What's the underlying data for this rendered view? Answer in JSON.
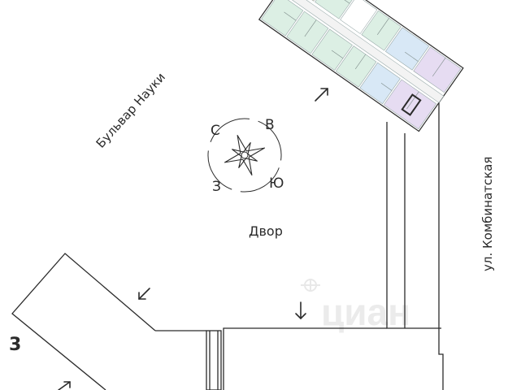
{
  "map": {
    "street_boulevard": "Бульвар Науки",
    "street_kombinatskaya": "ул. Комбинатская",
    "courtyard_label": "Двор",
    "section_number": "3",
    "watermark": "циан"
  },
  "compass": {
    "north": "С",
    "east": "В",
    "south": "Ю",
    "west": "З"
  },
  "colors": {
    "outline": "#2b2b2b",
    "apartment_green": "#dcefe4",
    "apartment_blue": "#d8e8f6",
    "apartment_purple": "#e6dcf2",
    "apartment_orange": "#f9e1cc",
    "watermark": "#e9e9e9"
  },
  "icons": [
    "compass-rose-icon",
    "arrow-entrance-icon"
  ]
}
